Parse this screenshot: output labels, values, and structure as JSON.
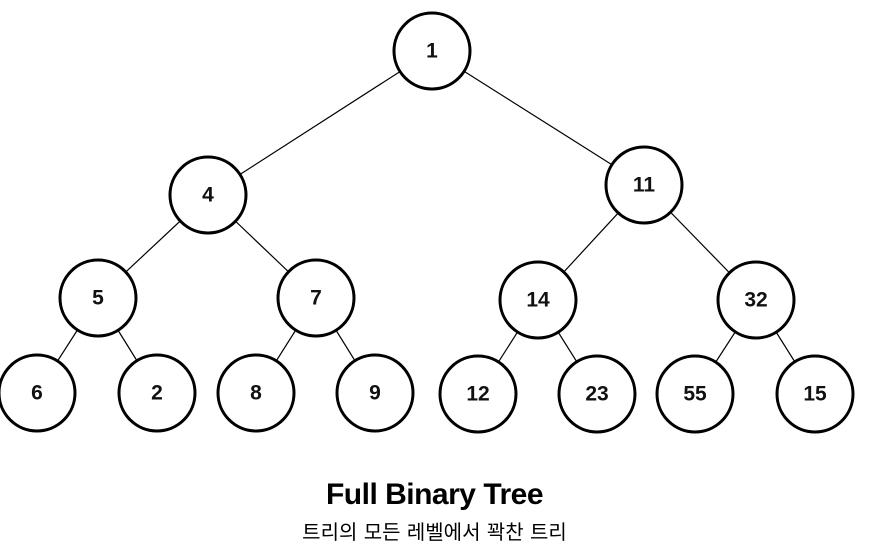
{
  "diagram": {
    "title": "Full Binary Tree",
    "subtitle": "트리의 모든 레벨에서 꽉찬 트리",
    "nodes": [
      {
        "id": "n1",
        "label": "1"
      },
      {
        "id": "n4",
        "label": "4"
      },
      {
        "id": "n11",
        "label": "11"
      },
      {
        "id": "n5",
        "label": "5"
      },
      {
        "id": "n7",
        "label": "7"
      },
      {
        "id": "n14",
        "label": "14"
      },
      {
        "id": "n32",
        "label": "32"
      },
      {
        "id": "n6",
        "label": "6"
      },
      {
        "id": "n2",
        "label": "2"
      },
      {
        "id": "n8",
        "label": "8"
      },
      {
        "id": "n9",
        "label": "9"
      },
      {
        "id": "n12",
        "label": "12"
      },
      {
        "id": "n23",
        "label": "23"
      },
      {
        "id": "n55",
        "label": "55"
      },
      {
        "id": "n15",
        "label": "15"
      }
    ],
    "edges": [
      {
        "from": "n1",
        "to": "n4"
      },
      {
        "from": "n1",
        "to": "n11"
      },
      {
        "from": "n4",
        "to": "n5"
      },
      {
        "from": "n4",
        "to": "n7"
      },
      {
        "from": "n11",
        "to": "n14"
      },
      {
        "from": "n11",
        "to": "n32"
      },
      {
        "from": "n5",
        "to": "n6"
      },
      {
        "from": "n5",
        "to": "n2"
      },
      {
        "from": "n7",
        "to": "n8"
      },
      {
        "from": "n7",
        "to": "n9"
      },
      {
        "from": "n14",
        "to": "n12"
      },
      {
        "from": "n14",
        "to": "n23"
      },
      {
        "from": "n32",
        "to": "n55"
      },
      {
        "from": "n32",
        "to": "n15"
      }
    ]
  }
}
